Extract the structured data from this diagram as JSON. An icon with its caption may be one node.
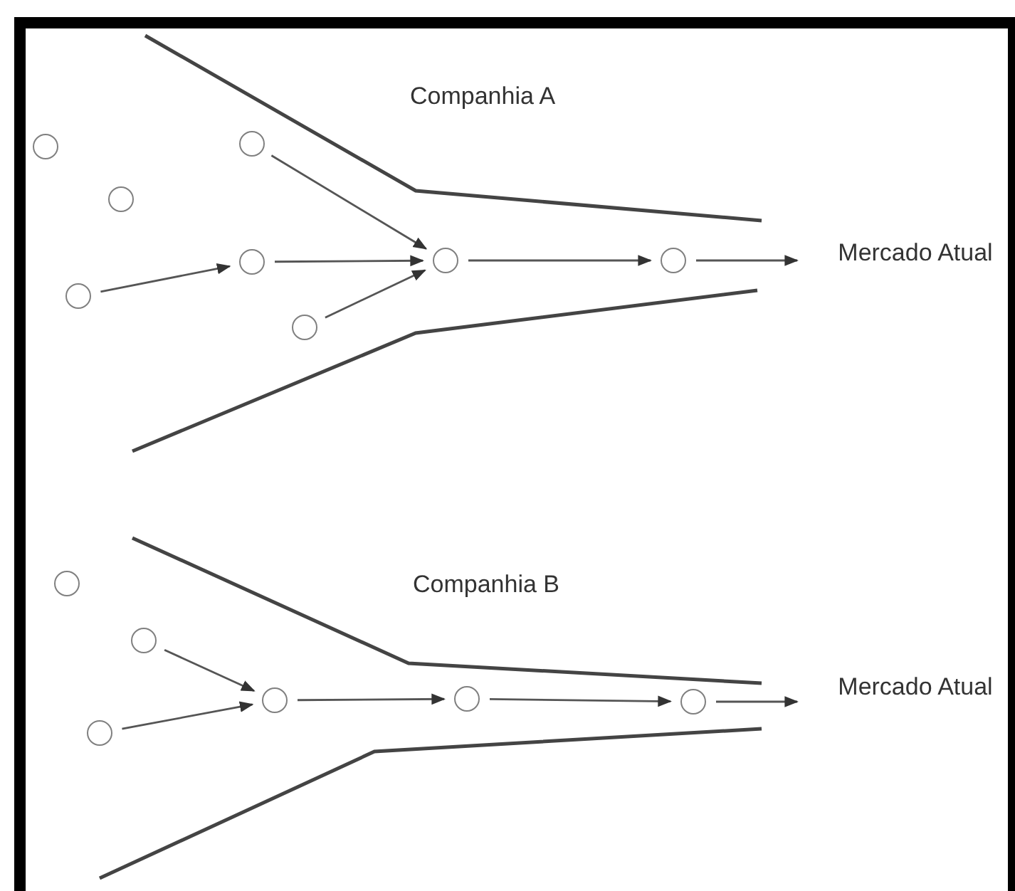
{
  "diagram": {
    "nodes": [
      {
        "text": [],
        "shape": "circle"
      },
      {
        "text": [],
        "shape": "circle"
      },
      {
        "text": [],
        "shape": "circle"
      },
      {
        "text": [],
        "shape": "circle"
      },
      {
        "text": [],
        "shape": "circle"
      },
      {
        "text": [],
        "shape": "circle"
      },
      {
        "text": [],
        "shape": "circle"
      },
      {
        "text": [],
        "shape": "circle"
      },
      {
        "text": [
          "Mercado Atual"
        ]
      },
      {
        "text": [],
        "shape": "circle"
      },
      {
        "text": [],
        "shape": "circle"
      },
      {
        "text": [],
        "shape": "circle"
      },
      {
        "text": [],
        "shape": "circle"
      },
      {
        "text": [],
        "shape": "circle"
      },
      {
        "text": [],
        "shape": "circle"
      },
      {
        "text": [
          "Mercado Atual"
        ]
      }
    ],
    "edges": [
      {
        "from": 2,
        "to": 4,
        "arrow": "to"
      },
      {
        "from": 3,
        "to": 6,
        "arrow": "to"
      },
      {
        "from": 4,
        "to": 6,
        "arrow": "to"
      },
      {
        "from": 5,
        "to": 6,
        "arrow": "to"
      },
      {
        "from": 6,
        "to": 7,
        "arrow": "to"
      },
      {
        "from": 7,
        "to": 8,
        "arrow": "to"
      },
      {
        "from": 10,
        "to": 12,
        "arrow": "to"
      },
      {
        "from": 11,
        "to": 12,
        "arrow": "to"
      },
      {
        "from": 12,
        "to": 13,
        "arrow": "to"
      },
      {
        "from": 13,
        "to": 14,
        "arrow": "to"
      },
      {
        "from": 14,
        "to": 15,
        "arrow": "to"
      }
    ],
    "labels": [
      "Companhia A",
      "Companhia B"
    ]
  }
}
